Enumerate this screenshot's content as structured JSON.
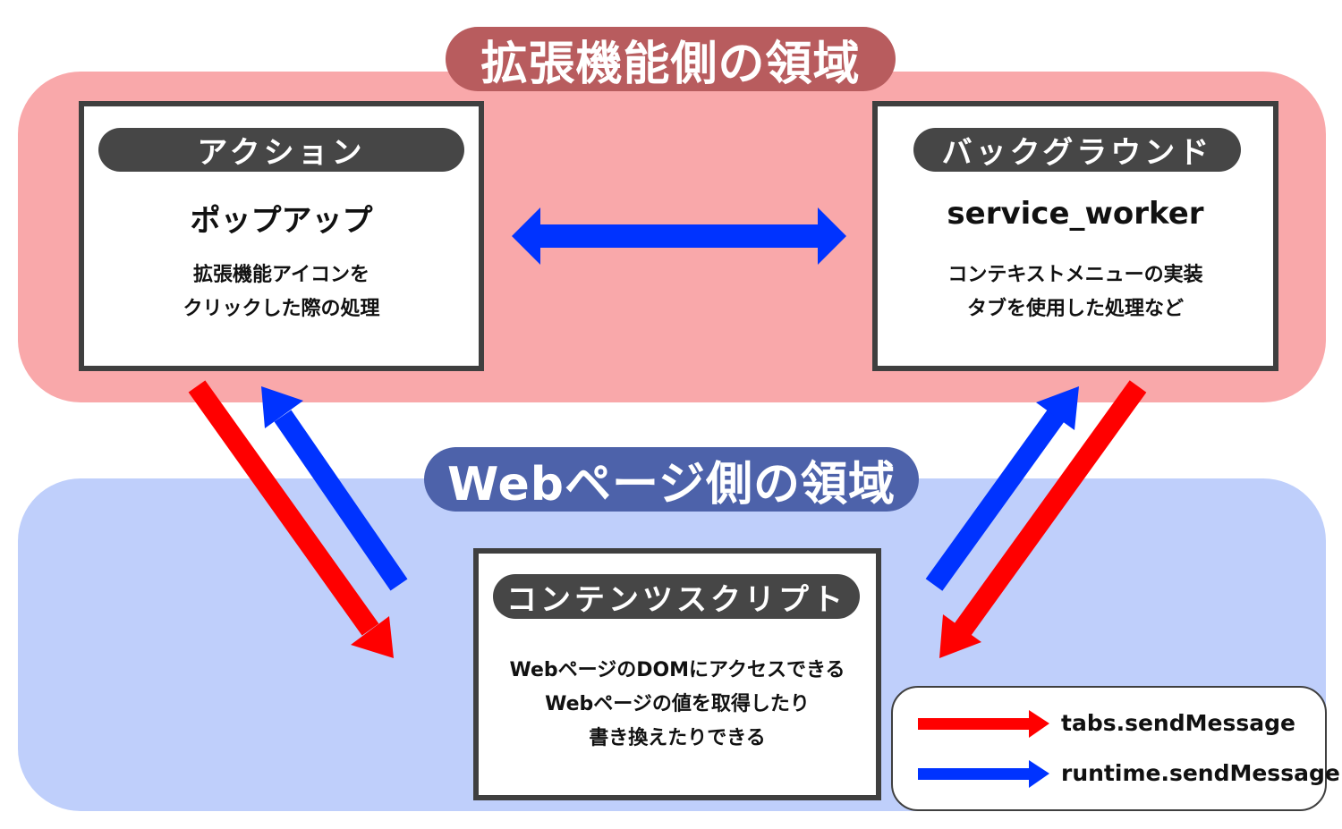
{
  "regions": {
    "extension": {
      "title": "拡張機能側の領域",
      "color": "#f9a8aa",
      "title_color": "#b85c5e"
    },
    "webpage": {
      "title": "Webページ側の領域",
      "color": "#bfcffb",
      "title_color": "#4d62aa"
    }
  },
  "boxes": {
    "action": {
      "label": "アクション",
      "heading": "ポップアップ",
      "description": [
        "拡張機能アイコンを",
        "クリックした際の処理"
      ]
    },
    "background": {
      "label": "バックグラウンド",
      "heading": "service_worker",
      "description": [
        "コンテキストメニューの実装",
        "タブを使用した処理など"
      ]
    },
    "content": {
      "label": "コンテンツスクリプト",
      "description": [
        "WebページのDOMにアクセスできる",
        "Webページの値を取得したり",
        "書き換えたりできる"
      ]
    }
  },
  "legend": {
    "items": [
      {
        "label": "tabs.sendMessage",
        "color": "#ff0000"
      },
      {
        "label": "runtime.sendMessage",
        "color": "#0033ff"
      }
    ]
  },
  "arrow_colors": {
    "tabs": "#ff0000",
    "runtime": "#0033ff"
  }
}
